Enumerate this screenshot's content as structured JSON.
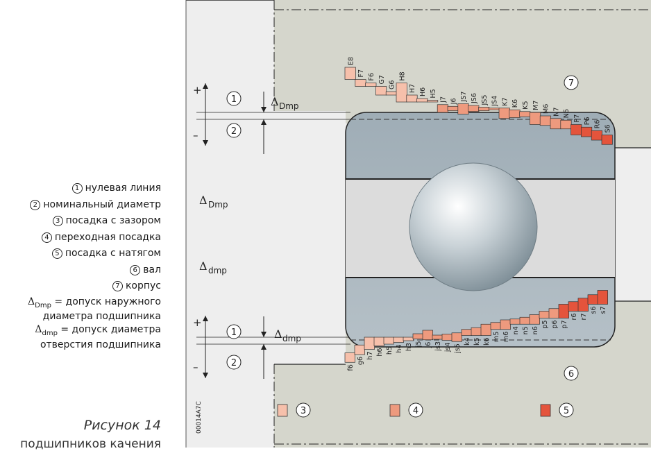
{
  "legend": {
    "items": [
      {
        "num": "1",
        "text": "нулевая линия"
      },
      {
        "num": "2",
        "text": "номинальный диаметр"
      },
      {
        "num": "3",
        "text": "посадка с зазором"
      },
      {
        "num": "4",
        "text": "переходная посадка"
      },
      {
        "num": "5",
        "text": "посадка с натягом"
      },
      {
        "num": "6",
        "text": "вал"
      },
      {
        "num": "7",
        "text": "корпус"
      }
    ],
    "delta_symbol": "Δ",
    "housing_sub": "Dmp",
    "housing_def_1": " = допуск наружного",
    "housing_def_2": "диаметра подшипника",
    "bore_sub": "dmp",
    "bore_def_1": " = допуск диаметра",
    "bore_def_2": "отверстия подшипника"
  },
  "caption": "Рисунок 14",
  "subtitle": "подшипников качения",
  "diagram": {
    "image_code": "00014A7C",
    "sign_plus": "+",
    "sign_minus": "–",
    "delta_Dmp": "Dmp",
    "delta_dmp": "dmp",
    "callouts": {
      "zero_line": "1",
      "nominal": "2",
      "clearance": "3",
      "transition": "4",
      "interference": "5",
      "shaft": "6",
      "housing": "7"
    },
    "colors": {
      "clearance": "#f6c0ab",
      "transition": "#ee9a7e",
      "interference": "#e4543c",
      "housing_fill": "#d5d6cc",
      "bearing_fill": "#a8b5bd",
      "raceway_fill": "#dcdcdc"
    },
    "housing_fits": [
      {
        "label": "E8",
        "upper": 2.6,
        "lower": 1.9,
        "kind": "clearance"
      },
      {
        "label": "F7",
        "upper": 1.9,
        "lower": 1.5,
        "kind": "clearance"
      },
      {
        "label": "F6",
        "upper": 1.7,
        "lower": 1.5,
        "kind": "clearance"
      },
      {
        "label": "G7",
        "upper": 1.5,
        "lower": 1.0,
        "kind": "clearance"
      },
      {
        "label": "G6",
        "upper": 1.2,
        "lower": 1.0,
        "kind": "clearance"
      },
      {
        "label": "H8",
        "upper": 1.7,
        "lower": 0.6,
        "kind": "clearance"
      },
      {
        "label": "H7",
        "upper": 1.0,
        "lower": 0.6,
        "kind": "clearance"
      },
      {
        "label": "H6",
        "upper": 0.8,
        "lower": 0.6,
        "kind": "clearance"
      },
      {
        "label": "H5",
        "upper": 0.7,
        "lower": 0.6,
        "kind": "clearance"
      },
      {
        "label": "J7",
        "upper": 0.45,
        "lower": 0.0,
        "kind": "transition"
      },
      {
        "label": "J6",
        "upper": 0.35,
        "lower": 0.1,
        "kind": "transition"
      },
      {
        "label": "JS7",
        "upper": 0.5,
        "lower": -0.1,
        "kind": "transition"
      },
      {
        "label": "JS6",
        "upper": 0.4,
        "lower": 0.05,
        "kind": "transition"
      },
      {
        "label": "JS5",
        "upper": 0.3,
        "lower": 0.1,
        "kind": "transition"
      },
      {
        "label": "JS4",
        "upper": 0.25,
        "lower": 0.15,
        "kind": "transition"
      },
      {
        "label": "K7",
        "upper": 0.25,
        "lower": -0.35,
        "kind": "transition"
      },
      {
        "label": "K6",
        "upper": 0.15,
        "lower": -0.3,
        "kind": "transition"
      },
      {
        "label": "K5",
        "upper": 0.05,
        "lower": -0.25,
        "kind": "transition"
      },
      {
        "label": "M7",
        "upper": 0.0,
        "lower": -0.7,
        "kind": "transition"
      },
      {
        "label": "M6",
        "upper": -0.2,
        "lower": -0.75,
        "kind": "transition"
      },
      {
        "label": "N7",
        "upper": -0.35,
        "lower": -0.95,
        "kind": "transition"
      },
      {
        "label": "N6",
        "upper": -0.45,
        "lower": -0.95,
        "kind": "transition"
      },
      {
        "label": "P7",
        "upper": -0.7,
        "lower": -1.3,
        "kind": "interference"
      },
      {
        "label": "P6",
        "upper": -0.85,
        "lower": -1.4,
        "kind": "interference"
      },
      {
        "label": "R6",
        "upper": -1.05,
        "lower": -1.6,
        "kind": "interference"
      },
      {
        "label": "S6",
        "upper": -1.3,
        "lower": -1.85,
        "kind": "interference"
      }
    ],
    "shaft_fits": [
      {
        "label": "f6",
        "upper": -0.9,
        "lower": -1.45,
        "kind": "clearance"
      },
      {
        "label": "g6",
        "upper": -0.45,
        "lower": -1.0,
        "kind": "clearance"
      },
      {
        "label": "h7",
        "upper": 0.0,
        "lower": -0.7,
        "kind": "clearance"
      },
      {
        "label": "h6",
        "upper": 0.0,
        "lower": -0.5,
        "kind": "clearance"
      },
      {
        "label": "h5",
        "upper": 0.0,
        "lower": -0.4,
        "kind": "clearance"
      },
      {
        "label": "h4",
        "upper": 0.0,
        "lower": -0.3,
        "kind": "clearance"
      },
      {
        "label": "h3",
        "upper": 0.0,
        "lower": -0.2,
        "kind": "clearance"
      },
      {
        "label": "j5",
        "upper": 0.2,
        "lower": -0.1,
        "kind": "transition"
      },
      {
        "label": "j6",
        "upper": 0.4,
        "lower": -0.15,
        "kind": "transition"
      },
      {
        "label": "js3",
        "upper": 0.12,
        "lower": -0.12,
        "kind": "transition"
      },
      {
        "label": "js4",
        "upper": 0.18,
        "lower": -0.18,
        "kind": "transition"
      },
      {
        "label": "js5",
        "upper": 0.25,
        "lower": -0.25,
        "kind": "transition"
      },
      {
        "label": "k4",
        "upper": 0.45,
        "lower": 0.1,
        "kind": "transition"
      },
      {
        "label": "k5",
        "upper": 0.55,
        "lower": 0.1,
        "kind": "transition"
      },
      {
        "label": "k6",
        "upper": 0.75,
        "lower": 0.1,
        "kind": "transition"
      },
      {
        "label": "m5",
        "upper": 0.85,
        "lower": 0.45,
        "kind": "transition"
      },
      {
        "label": "m6",
        "upper": 1.0,
        "lower": 0.45,
        "kind": "transition"
      },
      {
        "label": "n4",
        "upper": 1.05,
        "lower": 0.75,
        "kind": "transition"
      },
      {
        "label": "n5",
        "upper": 1.15,
        "lower": 0.75,
        "kind": "transition"
      },
      {
        "label": "n6",
        "upper": 1.3,
        "lower": 0.75,
        "kind": "transition"
      },
      {
        "label": "p5",
        "upper": 1.5,
        "lower": 1.1,
        "kind": "transition"
      },
      {
        "label": "p6",
        "upper": 1.65,
        "lower": 1.1,
        "kind": "transition"
      },
      {
        "label": "p7",
        "upper": 1.9,
        "lower": 1.1,
        "kind": "interference"
      },
      {
        "label": "r6",
        "upper": 2.05,
        "lower": 1.5,
        "kind": "interference"
      },
      {
        "label": "r7",
        "upper": 2.25,
        "lower": 1.5,
        "kind": "interference"
      },
      {
        "label": "s6",
        "upper": 2.45,
        "lower": 1.9,
        "kind": "interference"
      },
      {
        "label": "s7",
        "upper": 2.7,
        "lower": 1.9,
        "kind": "interference"
      }
    ]
  }
}
